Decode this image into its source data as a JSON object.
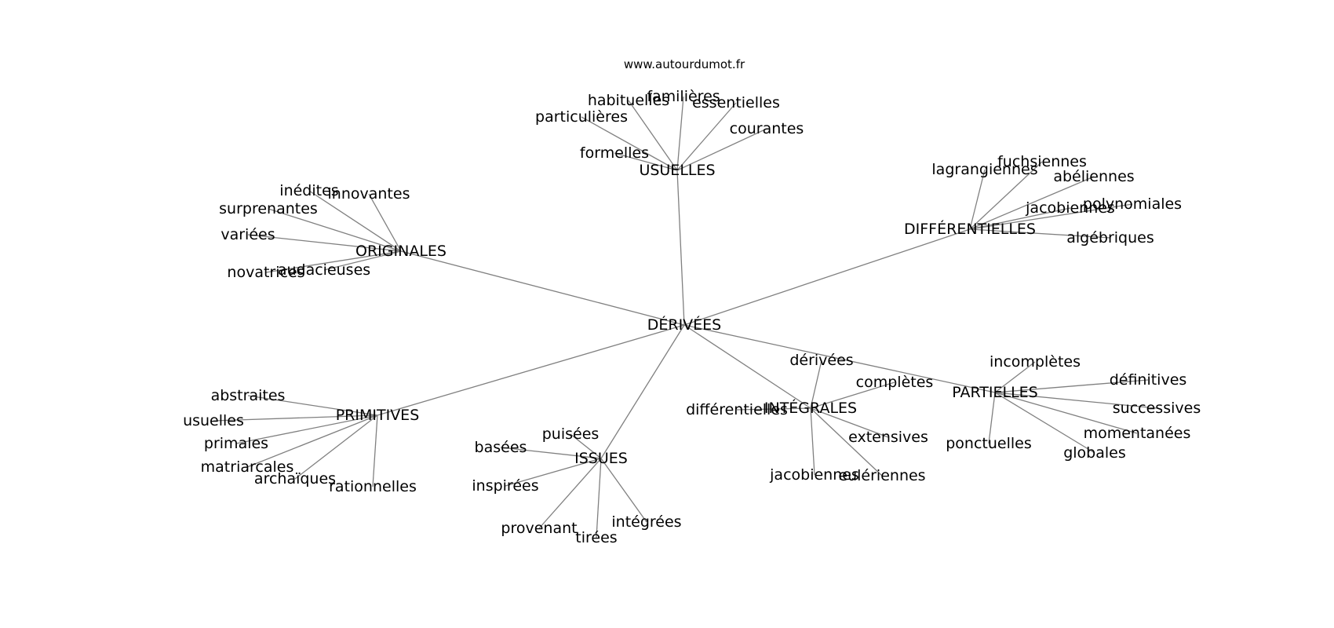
{
  "source": "www.autourdumot.fr",
  "center": "DÉRIVÉES",
  "groups": [
    {
      "id": "usuelles",
      "label": "USUELLES",
      "leaves": [
        "habituelles",
        "familières",
        "essentielles",
        "particulières",
        "courantes",
        "formelles"
      ]
    },
    {
      "id": "differentielles",
      "label": "DIFFÉRENTIELLES",
      "leaves": [
        "lagrangiennes",
        "fuchsiennes",
        "abéliennes",
        "jacobiennes",
        "polynomiales",
        "algébriques"
      ]
    },
    {
      "id": "originales",
      "label": "ORIGINALES",
      "leaves": [
        "inédites",
        "innovantes",
        "surprenantes",
        "variées",
        "audacieuses",
        "novatrices"
      ]
    },
    {
      "id": "partielles",
      "label": "PARTIELLES",
      "leaves": [
        "incomplètes",
        "définitives",
        "successives",
        "momentanées",
        "globales",
        "ponctuelles"
      ]
    },
    {
      "id": "integrales",
      "label": "INTÉGRALES",
      "leaves": [
        "dérivées",
        "complètes",
        "différentielles",
        "extensives",
        "eulériennes",
        "jacobiennes"
      ]
    },
    {
      "id": "primitives",
      "label": "PRIMITIVES",
      "leaves": [
        "abstraites",
        "usuelles",
        "primales",
        "matriarcales",
        "archaïques",
        "rationnelles"
      ]
    },
    {
      "id": "issues",
      "label": "ISSUES",
      "leaves": [
        "puisées",
        "basées",
        "inspirées",
        "provenant",
        "tirées",
        "intégrées"
      ]
    }
  ]
}
